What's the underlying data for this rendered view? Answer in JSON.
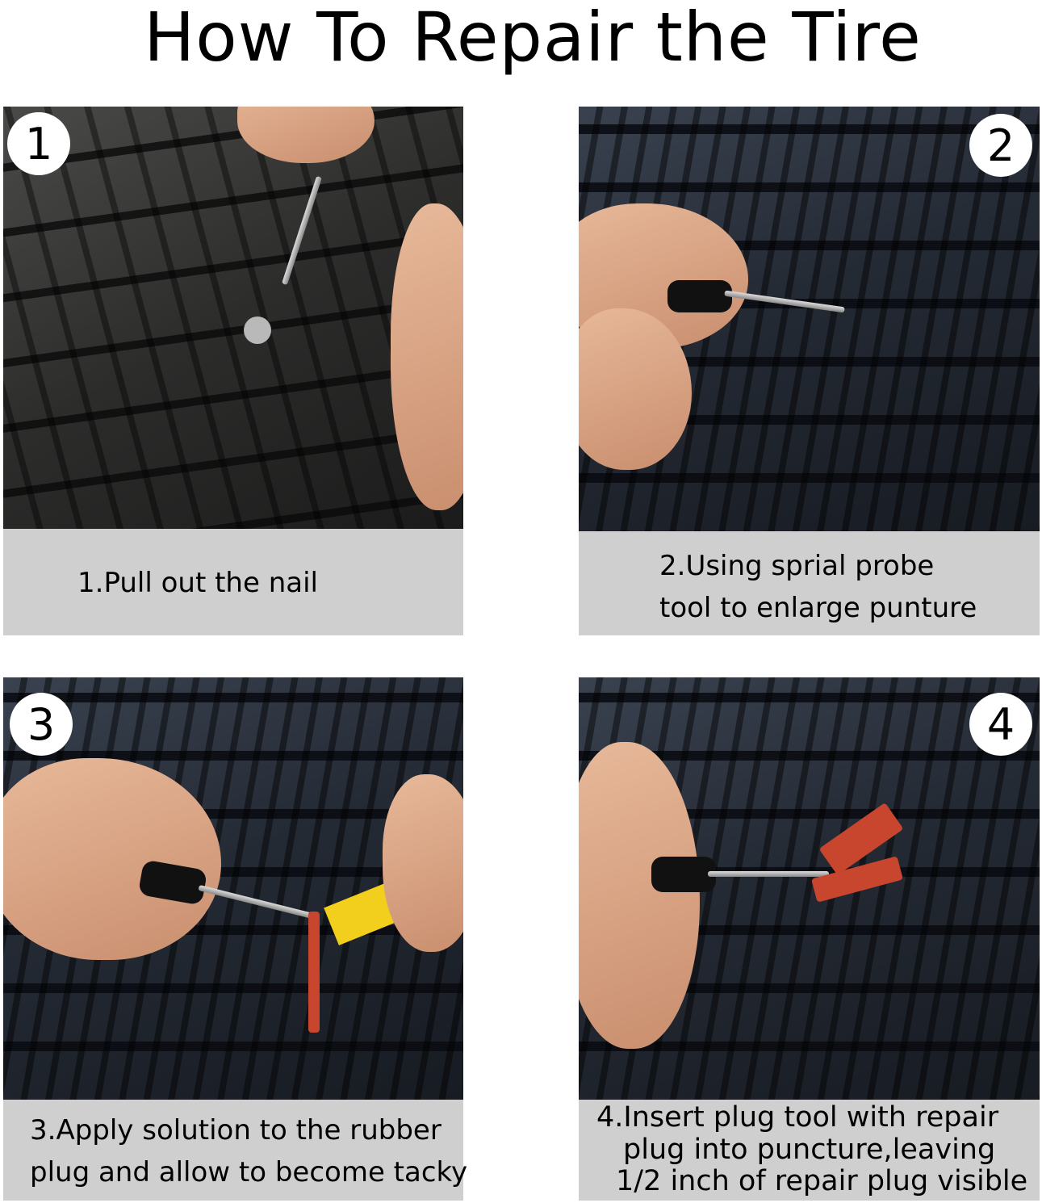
{
  "title": "How To Repair the Tire",
  "steps": [
    {
      "number": "1",
      "lines": [
        "1.Pull out the nail"
      ]
    },
    {
      "number": "2",
      "lines": [
        "2.Using sprial probe",
        "tool to enlarge punture"
      ]
    },
    {
      "number": "3",
      "lines": [
        "3.Apply solution to the rubber",
        "plug and allow to become tacky"
      ]
    },
    {
      "number": "4",
      "lines": [
        "4.Insert plug tool with repair",
        "plug into puncture,leaving",
        "1/2 inch of repair plug visible"
      ]
    }
  ],
  "colors": {
    "caption_bg": "#cfcfcf",
    "badge_bg": "#ffffff",
    "plug": "#c8452e"
  }
}
